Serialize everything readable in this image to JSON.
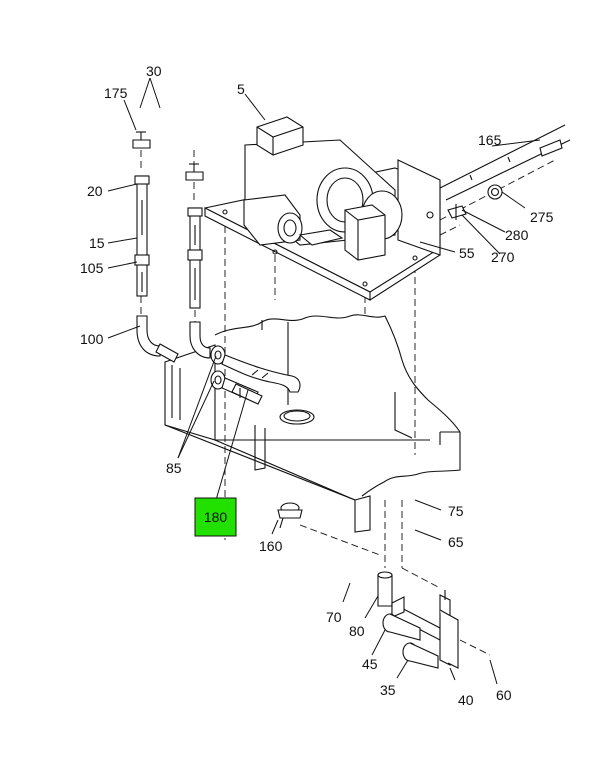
{
  "highlight": {
    "label": "180",
    "color": "#22e000"
  },
  "callouts": [
    {
      "key": "c30",
      "text": "30"
    },
    {
      "key": "c175",
      "text": "175"
    },
    {
      "key": "c5",
      "text": "5"
    },
    {
      "key": "c165",
      "text": "165"
    },
    {
      "key": "c20",
      "text": "20"
    },
    {
      "key": "c275",
      "text": "275"
    },
    {
      "key": "c15",
      "text": "15"
    },
    {
      "key": "c280",
      "text": "280"
    },
    {
      "key": "c105",
      "text": "105"
    },
    {
      "key": "c55",
      "text": "55"
    },
    {
      "key": "c270",
      "text": "270"
    },
    {
      "key": "c100",
      "text": "100"
    },
    {
      "key": "c85",
      "text": "85"
    },
    {
      "key": "c75",
      "text": "75"
    },
    {
      "key": "c65",
      "text": "65"
    },
    {
      "key": "c160",
      "text": "160"
    },
    {
      "key": "c70",
      "text": "70"
    },
    {
      "key": "c80",
      "text": "80"
    },
    {
      "key": "c45",
      "text": "45"
    },
    {
      "key": "c35",
      "text": "35"
    },
    {
      "key": "c40",
      "text": "40"
    },
    {
      "key": "c60",
      "text": "60"
    }
  ]
}
